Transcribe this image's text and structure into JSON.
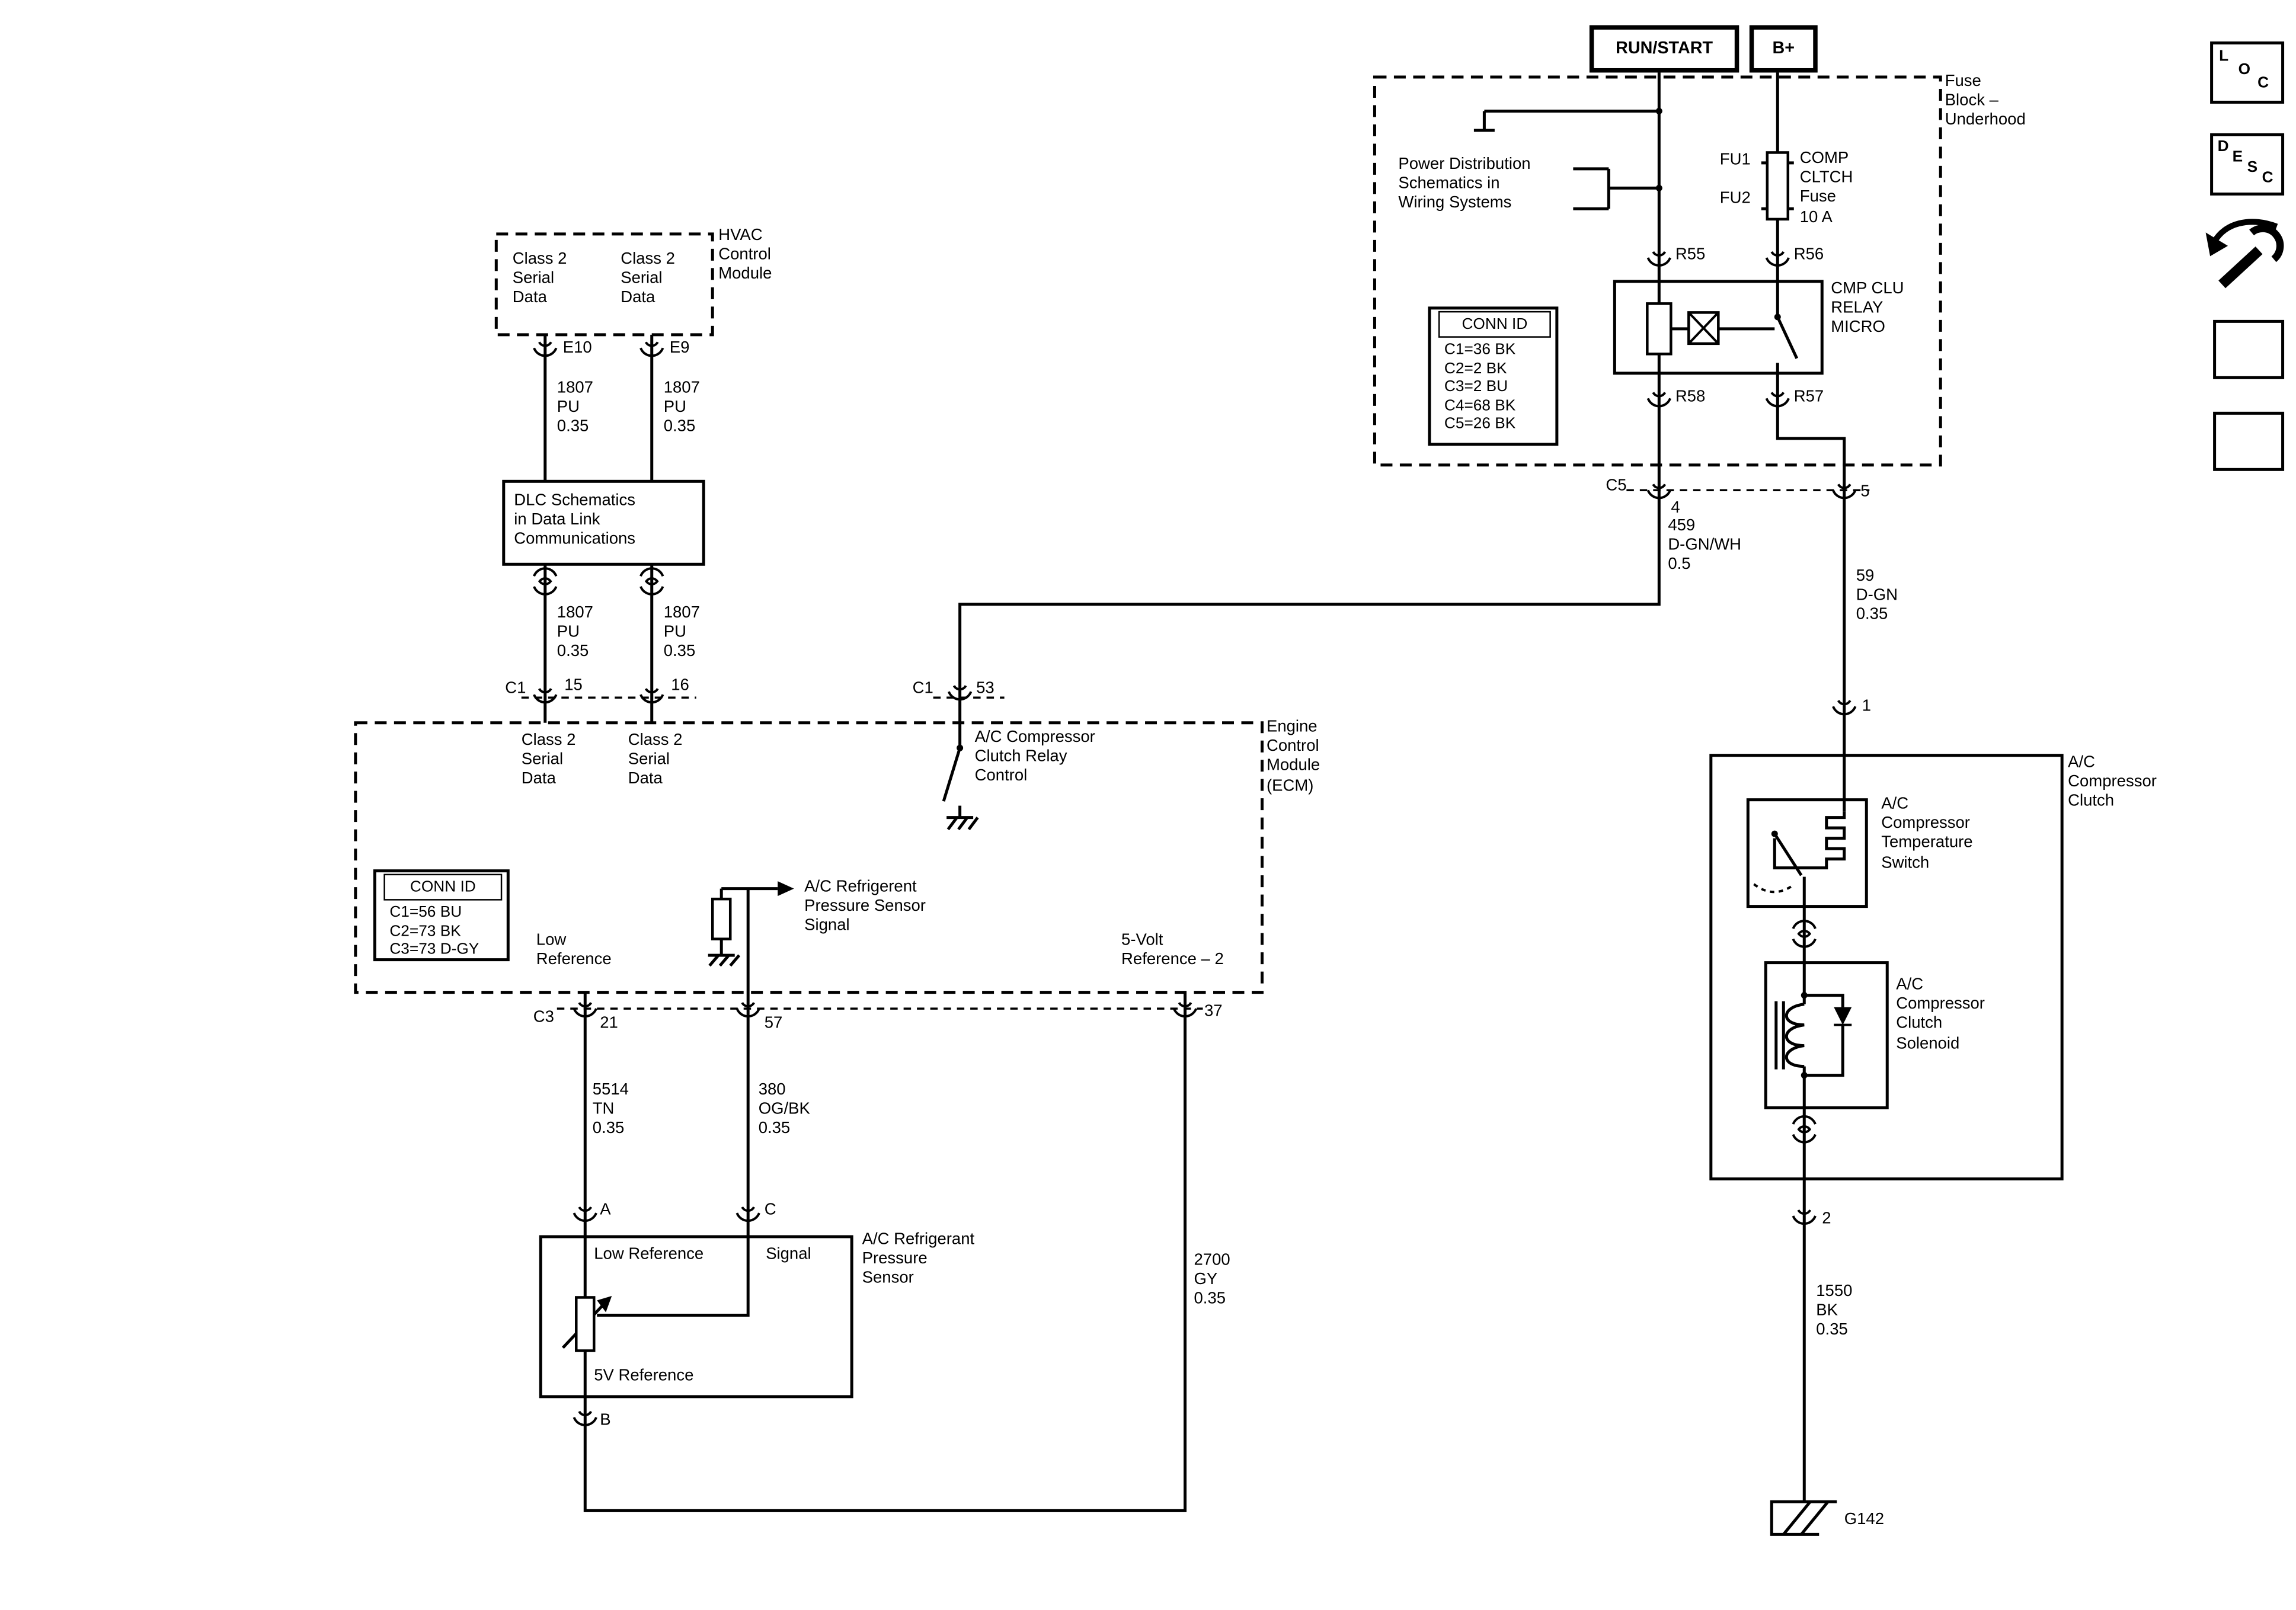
{
  "titles": {
    "hvac": "HVAC\nControl\nModule",
    "fuse_block": "Fuse\nBlock –\nUnderhood",
    "ecm": "Engine\nControl\nModule\n(ECM)",
    "compressor_clutch": "A/C\nCompressor\nClutch",
    "sensor": "A/C Refrigerant\nPressure\nSensor"
  },
  "power": {
    "run_start": "RUN/START",
    "b_plus": "B+"
  },
  "fuse_block": {
    "power_dist_note": "Power Distribution\nSchematics in\nWiring Systems",
    "fu1": "FU1",
    "fu2": "FU2",
    "fuse": "COMP\nCLTCH\nFuse\n10 A",
    "relay": "CMP CLU\nRELAY\nMICRO",
    "r55": "R55",
    "r56": "R56",
    "r57": "R57",
    "r58": "R58",
    "conn_id_title": "CONN ID",
    "conn_id_rows": "C1=36 BK\nC2=2 BK\nC3=2 BU\nC4=68 BK\nC5=26 BK"
  },
  "hvac": {
    "class2": "Class 2\nSerial\nData"
  },
  "dlc": {
    "label": "DLC Schematics\nin Data Link\nCommunications"
  },
  "ecm": {
    "class2": "Class 2\nSerial\nData",
    "clutch_relay_control": "A/C Compressor\nClutch Relay\nControl",
    "conn_id_title": "CONN ID",
    "conn_id_rows": "C1=56 BU\nC2=73 BK\nC3=73 D-GY",
    "low_reference": "Low\nReference",
    "pressure_signal": "A/C Refrigerent\nPressure Sensor\nSignal",
    "five_volt_reference": "5-Volt\nReference – 2"
  },
  "compressor": {
    "temp_switch": "A/C\nCompressor\nTemperature\nSwitch",
    "solenoid": "A/C\nCompressor\nClutch\nSolenoid"
  },
  "sensor": {
    "low_reference": "Low Reference",
    "signal": "Signal",
    "five_v_reference": "5V Reference"
  },
  "wires": {
    "w1807": "1807\nPU\n0.35",
    "w459": "459\nD-GN/WH\n0.5",
    "w59": "59\nD-GN\n0.35",
    "w1550": "1550\nBK\n0.35",
    "w5514": "5514\nTN\n0.35",
    "w380": "380\nOG/BK\n0.35",
    "w2700": "2700\nGY\n0.35"
  },
  "pins": {
    "e10": "E10",
    "e9": "E9",
    "c1": "C1",
    "p15": "15",
    "p16": "16",
    "p53": "53",
    "c3": "C3",
    "p21": "21",
    "p57": "57",
    "p37": "37",
    "c5": "C5",
    "p4": "4",
    "p5": "5",
    "p1": "1",
    "p2": "2",
    "pa": "A",
    "pb": "B",
    "pc": "C",
    "g142": "G142"
  },
  "nav": {
    "loc": {
      "l": "L",
      "o": "O",
      "c": "C"
    },
    "desc": {
      "d": "D",
      "e": "E",
      "s": "S",
      "c": "C"
    }
  }
}
